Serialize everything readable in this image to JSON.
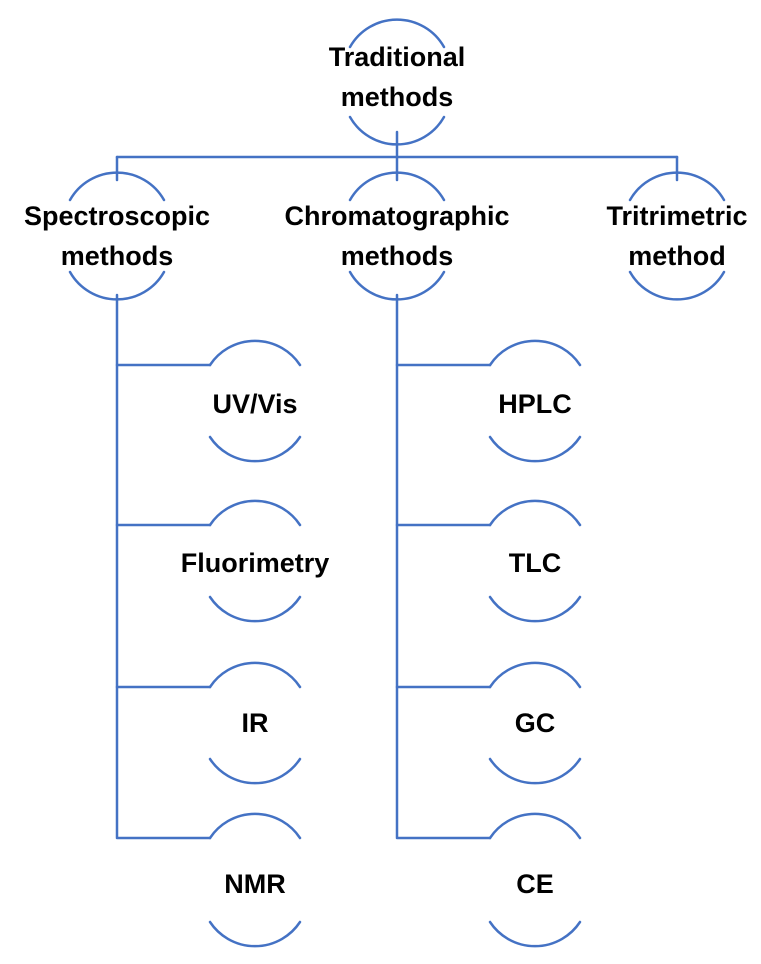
{
  "colors": {
    "line": "#4472c4",
    "text": "#000000",
    "background": "#ffffff"
  },
  "diagram": {
    "root": {
      "line1": "Traditional",
      "line2": "methods"
    },
    "branches": {
      "spectroscopic": {
        "line1": "Spectroscopic",
        "line2": "methods",
        "children": [
          "UV/Vis",
          "Fluorimetry",
          "IR",
          "NMR"
        ]
      },
      "chromatographic": {
        "line1": "Chromatographic",
        "line2": "methods",
        "children": [
          "HPLC",
          "TLC",
          "GC",
          "CE"
        ]
      },
      "titrimetric": {
        "line1": "Tritrimetric",
        "line2": "method"
      }
    }
  }
}
